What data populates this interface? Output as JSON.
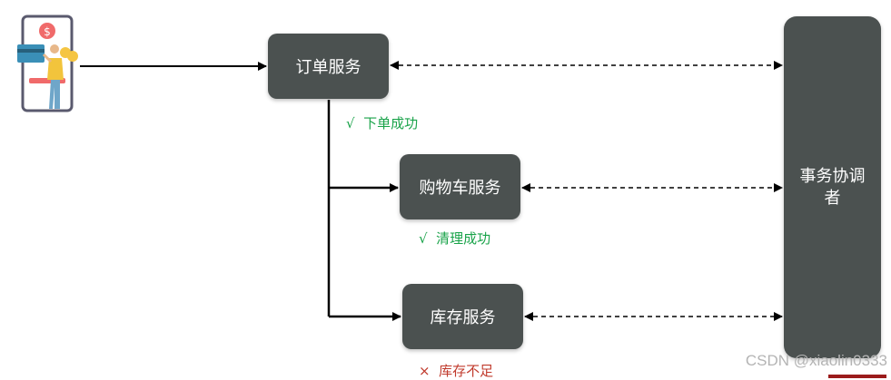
{
  "nodes": {
    "order": "订单服务",
    "cart": "购物车服务",
    "stock": "库存服务",
    "coordinator": "事务协调者"
  },
  "statuses": {
    "order": {
      "mark": "√",
      "text": "下单成功"
    },
    "cart": {
      "mark": "√",
      "text": "清理成功"
    },
    "stock": {
      "mark": "×",
      "text": "库存不足"
    }
  },
  "watermark": "CSDN @xiaolin0333",
  "colors": {
    "node_bg": "#4b5150",
    "success": "#1aa34a",
    "failure": "#c0392b"
  },
  "icons": {
    "user": "user-payment-illustration"
  }
}
